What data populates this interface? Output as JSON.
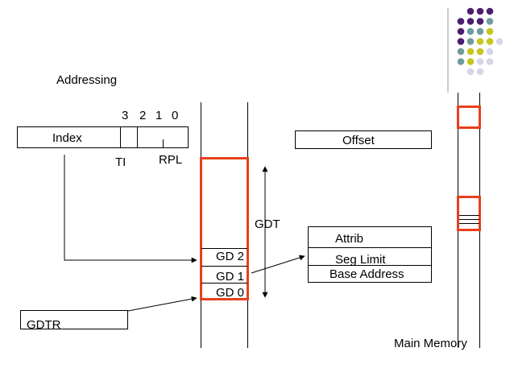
{
  "title": "Addressing",
  "selector": {
    "bit_labels": [
      "3",
      "2",
      "1",
      "0"
    ],
    "index_label": "Index",
    "ti_label": "TI",
    "rpl_label": "RPL"
  },
  "offset_label": "Offset",
  "gdt": {
    "label": "GDT",
    "entries": [
      "GD 2",
      "GD 1",
      "GD 0"
    ]
  },
  "descriptor_fields": [
    "Attrib",
    "Seg Limit",
    "Base Address"
  ],
  "gdtr_label": "GDTR",
  "main_memory_label": "Main Memory",
  "colors": {
    "highlight": "#e8401c",
    "dot_purple": "#4b1e6e",
    "dot_teal": "#6f9c9c",
    "dot_yellow": "#c6c61e",
    "dot_lavender": "#d6d6ea"
  }
}
